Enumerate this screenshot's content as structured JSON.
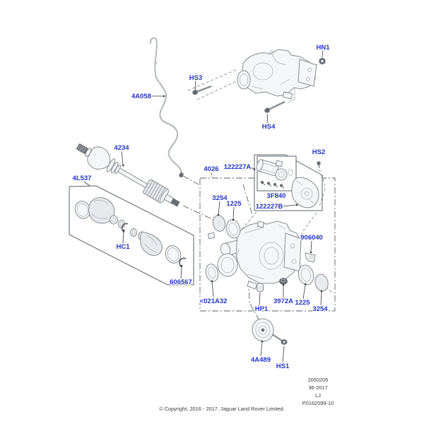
{
  "diagram": {
    "part_labels": {
      "hn1": "HN1",
      "hs3": "HS3",
      "a4058": "4A058",
      "hs4": "HS4",
      "p4234": "4234",
      "p4l537": "4L537",
      "hc1": "HC1",
      "p606567": "606567",
      "p4026": "4026",
      "p122227a": "122227A",
      "p3f840": "3F840",
      "p122227b": "122227B",
      "hs2": "HS2",
      "p3254_left": "3254",
      "p1225_left": "1225",
      "p906040": "906040",
      "p021a32": "<021A32",
      "hp1": "HP1",
      "p3972a": "3972A",
      "p1225_right": "1225",
      "p3254_right": "3254",
      "p4a489": "4A489",
      "hs1": "HS1"
    }
  },
  "footer": {
    "reference_block": {
      "line1": "2050205",
      "line2": "36-2017",
      "line3": "LJ",
      "line4": "P0162099-10"
    },
    "copyright": "© Copyright, 2016 - 2017. Jaguar Land Rover Limited."
  },
  "colors": {
    "label_blue": "#2434c9",
    "drawing_gray": "#878d93",
    "text_dark": "#3a3a3a"
  }
}
